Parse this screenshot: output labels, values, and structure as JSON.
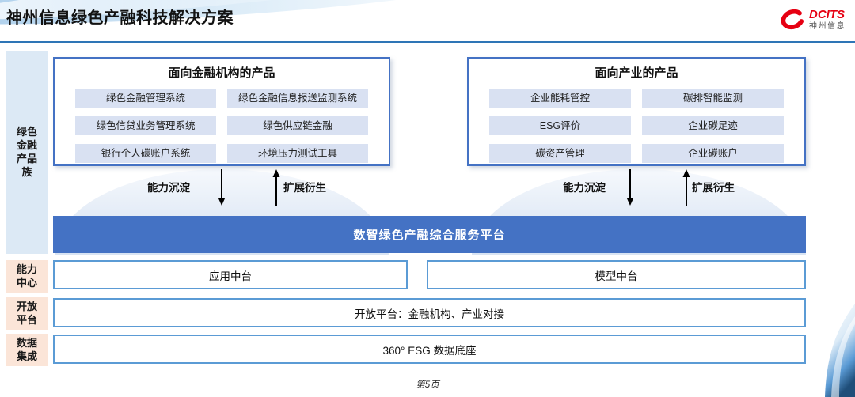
{
  "page": {
    "title": "神州信息绿色产融科技解决方案",
    "footer": "第5页"
  },
  "logo": {
    "name": "DCITS",
    "subtitle": "神州信息"
  },
  "sidebar": [
    {
      "label": "绿色金融产品族"
    },
    {
      "label": "能力中心"
    },
    {
      "label": "开放平台"
    },
    {
      "label": "数据集成"
    }
  ],
  "product_groups": [
    {
      "title": "面向金融机构的产品",
      "items": [
        "绿色金融管理系统",
        "绿色金融信息报送监测系统",
        "绿色信贷业务管理系统",
        "绿色供应链金融",
        "银行个人碳账户系统",
        "环境压力测试工具"
      ]
    },
    {
      "title": "面向产业的产品",
      "items": [
        "企业能耗管控",
        "碳排智能监测",
        "ESG评价",
        "企业碳足迹",
        "碳资产管理",
        "企业碳账户"
      ]
    }
  ],
  "flow": {
    "down_label": "能力沉淀",
    "up_label": "扩展衍生"
  },
  "platform_bar": "数智绿色产融综合服务平台",
  "middle_layer": [
    "应用中台",
    "模型中台"
  ],
  "open_platform_row": "开放平台：金融机构、产业对接",
  "data_foundation_row": "360° ESG 数据底座",
  "colors": {
    "accent_blue": "#4472C4",
    "light_item_blue": "#D9E1F2",
    "sidebar_blue": "#DCE9F5",
    "sidebar_peach": "#FBE5D8",
    "header_line_blue": "#2E75B6",
    "row_border_blue": "#5B9BD5",
    "brand_red": "#E60012"
  }
}
